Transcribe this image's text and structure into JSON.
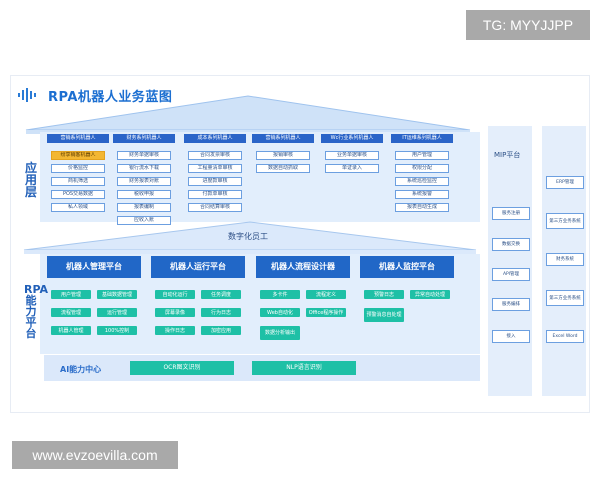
{
  "watermarks": {
    "top": "TG: MYYJJPP",
    "bottom": "www.evzoevilla.com"
  },
  "title": "RPA机器人业务蓝图",
  "app_layer_label": "应用层",
  "rpa_layer_label": "RPA能力平台",
  "app_columns": [
    {
      "head": "营销系列机器人",
      "items": [
        "纷享销客机器人",
        "价格监控",
        "商机筛选",
        "POS交易数据",
        "私人领域"
      ]
    },
    {
      "head": "财务系列机器人",
      "items": [
        "财务单据审核",
        "银行流水下载",
        "财务报表对账",
        "税收申报",
        "报表编制",
        "应收入账"
      ]
    },
    {
      "head": "成本系列机器人",
      "items": [
        "合同发票审核",
        "工程量清单审核",
        "进度款审核",
        "付款单审核",
        "合同结算审核"
      ]
    },
    {
      "head": "营销系列机器人",
      "items": [
        "报销审核",
        "数据自动抓取"
      ]
    },
    {
      "head": "Wc行业系列机器人",
      "items": [
        "业务单据审核",
        "单证录入"
      ]
    },
    {
      "head": "IT运维系列机器人",
      "items": [
        "用户管理",
        "权限分配",
        "系统巡检监控",
        "系统报警",
        "报表自动生成"
      ]
    }
  ],
  "digital_workforce": "数字化员工",
  "platforms": [
    {
      "head": "机器人管理平台",
      "cells": [
        "用户管理",
        "基础数据管理",
        "流程管理",
        "运行管理",
        "机器人管理",
        "100%控制"
      ]
    },
    {
      "head": "机器人运行平台",
      "cells": [
        "自动化运行",
        "任务调度",
        "屏幕录像",
        "行为日志",
        "操作日志",
        "加密应用"
      ]
    },
    {
      "head": "机器人流程设计器",
      "cells": [
        "多卡件",
        "流程定义",
        "Web自动化",
        "Office程序操作",
        "数据分析输出"
      ]
    },
    {
      "head": "机器人监控平台",
      "cells": [
        "预警日志",
        "异常自动处理",
        "预警消息自处理"
      ]
    }
  ],
  "ai": {
    "label": "AI能力中心",
    "ocr": "OCR图文识别",
    "nlp": "NLP语言识别"
  },
  "mip": {
    "label": "MIP平台",
    "items": [
      "服务注册",
      "数据交换",
      "API管理",
      "服务编排",
      "接入"
    ]
  },
  "right_items": [
    "ERP管理",
    "第三方业务系统",
    "财务系统",
    "第三方业务系统",
    "Excel Word"
  ]
}
